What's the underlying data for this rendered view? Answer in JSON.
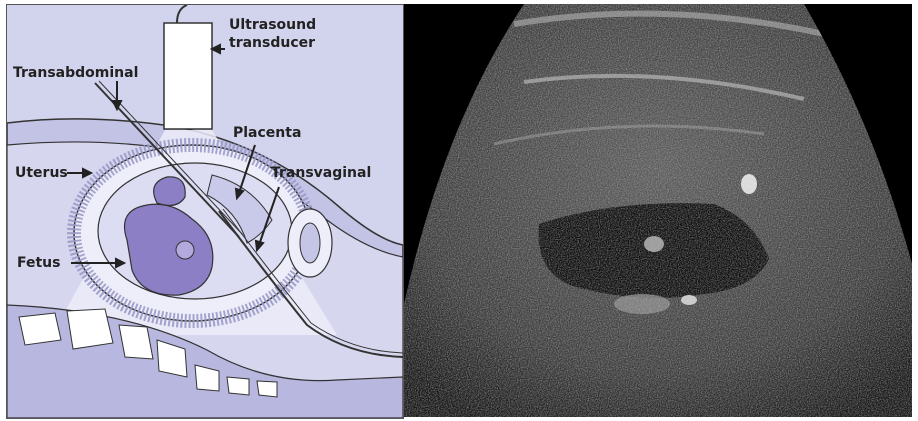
{
  "diagram": {
    "labels": {
      "ultrasound_transducer_line1": "Ultrasound",
      "ultrasound_transducer_line2": "transducer",
      "transabdominal": "Transabdominal",
      "placenta": "Placenta",
      "uterus": "Uterus",
      "transvaginal": "Transvaginal",
      "fetus": "Fetus"
    },
    "colors": {
      "background": "#d2d3ec",
      "tissue_dark": "#b7b7df",
      "uterus_fill": "#cfd0ee",
      "fetus_fill": "#8c7fc6",
      "bone_fill": "#ffffff",
      "outline": "#333333",
      "beam": "#eeeefa"
    }
  },
  "ultrasound_image": {
    "colors": {
      "background": "#000000",
      "tissue": "#6a6a6a",
      "fluid": "#0f0f0f"
    }
  }
}
